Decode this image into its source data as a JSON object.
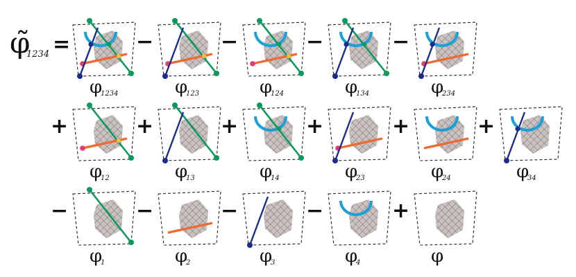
{
  "lhs": {
    "symbol": "φ̃",
    "subscript": "1234",
    "equals": "="
  },
  "colors": {
    "frame": "#222222",
    "shape_fill": "#c9c2c0",
    "hatch": "#6e6a69",
    "green": "#0a9a5c",
    "navy": "#1c2b8c",
    "blue_arc": "#1aa0d8",
    "orange": "#ef6a32",
    "pink_dot": "#e83c6e",
    "yellow_dot": "#f2c12e"
  },
  "terms": [
    {
      "sign": "",
      "subscript": "1234",
      "lines": [
        "1",
        "2",
        "3",
        "4"
      ]
    },
    {
      "sign": "−",
      "subscript": "123",
      "lines": [
        "1",
        "2",
        "3"
      ]
    },
    {
      "sign": "−",
      "subscript": "124",
      "lines": [
        "1",
        "2",
        "4"
      ]
    },
    {
      "sign": "−",
      "subscript": "134",
      "lines": [
        "1",
        "3",
        "4"
      ]
    },
    {
      "sign": "−",
      "subscript": "234",
      "lines": [
        "2",
        "3",
        "4"
      ]
    },
    {
      "sign": "+",
      "subscript": "12",
      "lines": [
        "1",
        "2"
      ]
    },
    {
      "sign": "+",
      "subscript": "13",
      "lines": [
        "1",
        "3"
      ]
    },
    {
      "sign": "+",
      "subscript": "14",
      "lines": [
        "1",
        "4"
      ]
    },
    {
      "sign": "+",
      "subscript": "23",
      "lines": [
        "2",
        "3"
      ]
    },
    {
      "sign": "+",
      "subscript": "24",
      "lines": [
        "2",
        "4"
      ]
    },
    {
      "sign": "+",
      "subscript": "34",
      "lines": [
        "3",
        "4"
      ]
    },
    {
      "sign": "−",
      "subscript": "1",
      "lines": [
        "1"
      ]
    },
    {
      "sign": "−",
      "subscript": "2",
      "lines": [
        "2"
      ]
    },
    {
      "sign": "−",
      "subscript": "3",
      "lines": [
        "3"
      ]
    },
    {
      "sign": "−",
      "subscript": "4",
      "lines": [
        "4"
      ]
    },
    {
      "sign": "+",
      "subscript": "",
      "lines": []
    }
  ],
  "phi_symbol": "φ"
}
